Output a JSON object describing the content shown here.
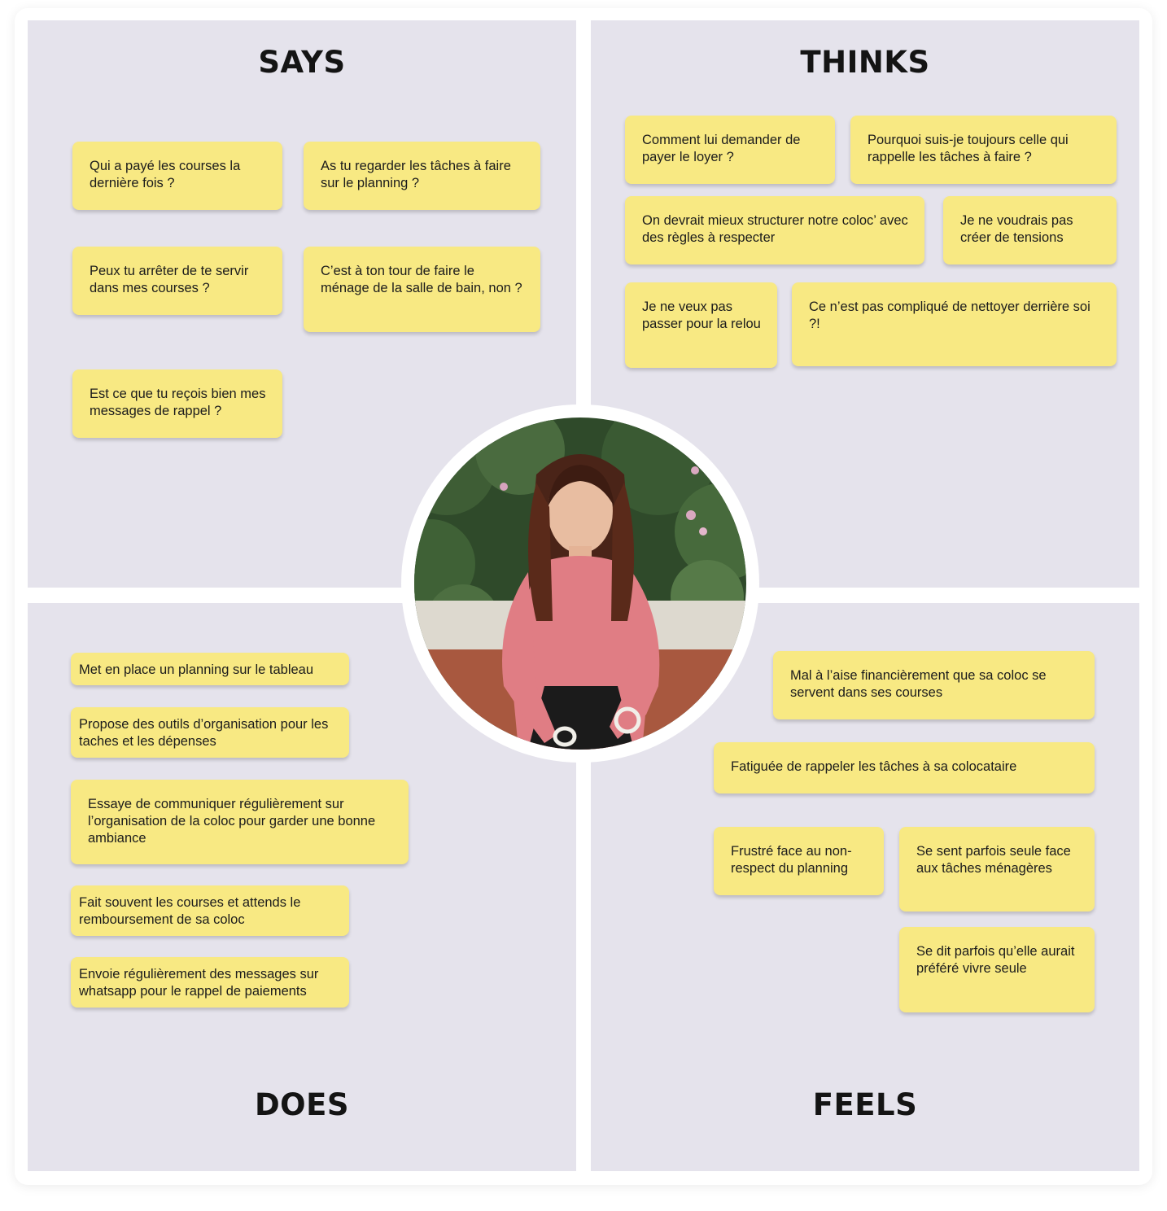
{
  "says": {
    "title": "SAYS",
    "notes": [
      "Qui a payé les courses la dernière fois ?",
      "As tu regarder les tâches à faire sur le planning ?",
      "Peux tu arrêter de te servir dans mes courses ?",
      "C’est à ton tour de faire le ménage de la salle de bain, non ?",
      "Est ce que tu reçois bien mes messages de rappel ?"
    ]
  },
  "thinks": {
    "title": "THINKS",
    "notes": [
      "Comment lui demander de payer le loyer ?",
      "Pourquoi suis-je toujours celle qui rappelle les tâches à faire ?",
      "On devrait mieux structurer notre coloc’ avec des règles à respecter",
      "Je ne voudrais pas créer de tensions",
      "Je ne veux pas passer pour la relou",
      "Ce n’est pas compliqué de nettoyer derrière soi ?!"
    ]
  },
  "does": {
    "title": "DOES",
    "notes": [
      "Met en place un planning sur le tableau",
      "Propose des outils d’organisation pour les taches et les dépenses",
      "Essaye de communiquer régulièrement sur l’organisation de la coloc pour garder une bonne ambiance",
      "Fait souvent les courses et attends le remboursement de sa coloc",
      "Envoie régulièrement des messages sur whatsapp pour le rappel de  paiements"
    ]
  },
  "feels": {
    "title": "FEELS",
    "notes": [
      "Mal à l’aise financièrement que sa coloc se servent dans ses courses",
      "Fatiguée de rappeler les tâches à sa colocataire",
      "Frustré face au non-respect du planning",
      "Se sent parfois seule face aux tâches ménagères",
      "Se dit parfois qu’elle aurait préféré vivre seule"
    ]
  },
  "colors": {
    "quadrant_bg": "#e5e3ec",
    "sticky_note": "#f8e983",
    "title_text": "#141414"
  }
}
